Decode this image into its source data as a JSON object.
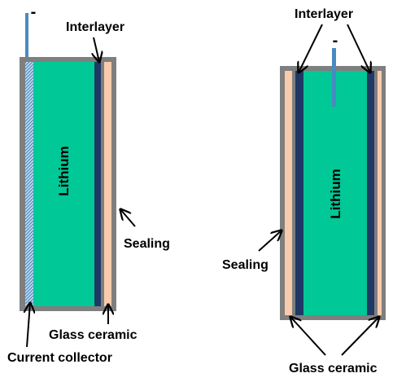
{
  "colors": {
    "frame": "#7f7f7f",
    "lithium": "#00c896",
    "interlayer": "#1f3864",
    "glass_ceramic": "#f8cbad",
    "terminal": "#4a8ac2",
    "current_collector": "#bdd7ee"
  },
  "left_cell": {
    "terminal_sign": "-",
    "lithium_label": "Lithium",
    "interlayer_label": "Interlayer",
    "sealing_label": "Sealing",
    "glass_ceramic_label": "Glass ceramic",
    "current_collector_label": "Current collector"
  },
  "right_cell": {
    "terminal_sign": "-",
    "lithium_label": "Lithium",
    "interlayer_label": "Interlayer",
    "sealing_label": "Sealing",
    "glass_ceramic_label": "Glass ceramic"
  }
}
